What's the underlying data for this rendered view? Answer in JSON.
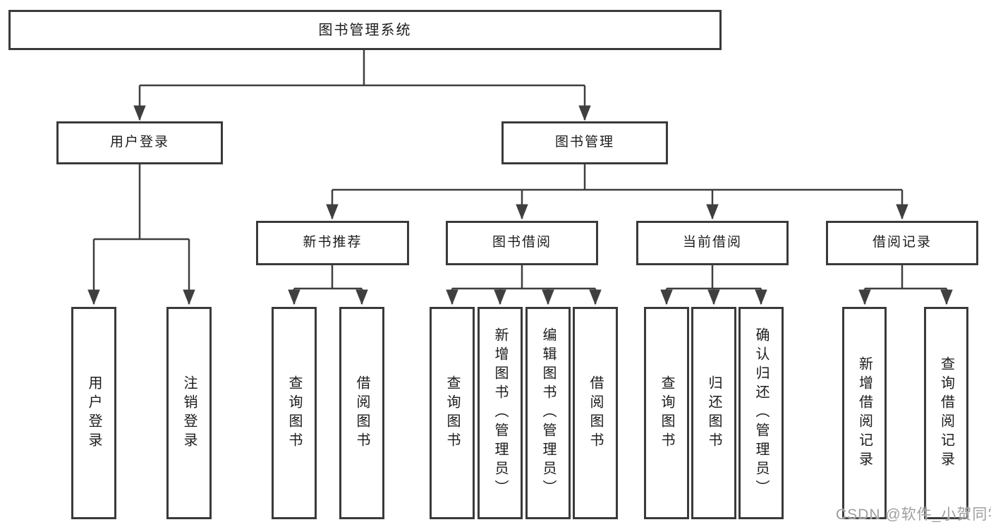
{
  "diagram": {
    "title": "图书管理系统",
    "branches": [
      {
        "label": "用户登录",
        "children": [
          "用户登录",
          "注销登录"
        ]
      },
      {
        "label": "图书管理",
        "sections": [
          {
            "label": "新书推荐",
            "children": [
              "查询图书",
              "借阅图书"
            ]
          },
          {
            "label": "图书借阅",
            "children": [
              "查询图书",
              "新增图书（管理员）",
              "编辑图书（管理员）",
              "借阅图书"
            ]
          },
          {
            "label": "当前借阅",
            "children": [
              "查询图书",
              "归还图书",
              "确认归还（管理员）"
            ]
          },
          {
            "label": "借阅记录",
            "children": [
              "新增借阅记录",
              "查询借阅记录"
            ]
          }
        ]
      }
    ]
  },
  "watermark": "CSDN @软件_小贺同学",
  "colors": {
    "line": "#3f3f3f",
    "box_border": "#3a3a3a",
    "text": "#1c1c1c",
    "watermark": "#9e9e9e",
    "background": "#ffffff"
  }
}
